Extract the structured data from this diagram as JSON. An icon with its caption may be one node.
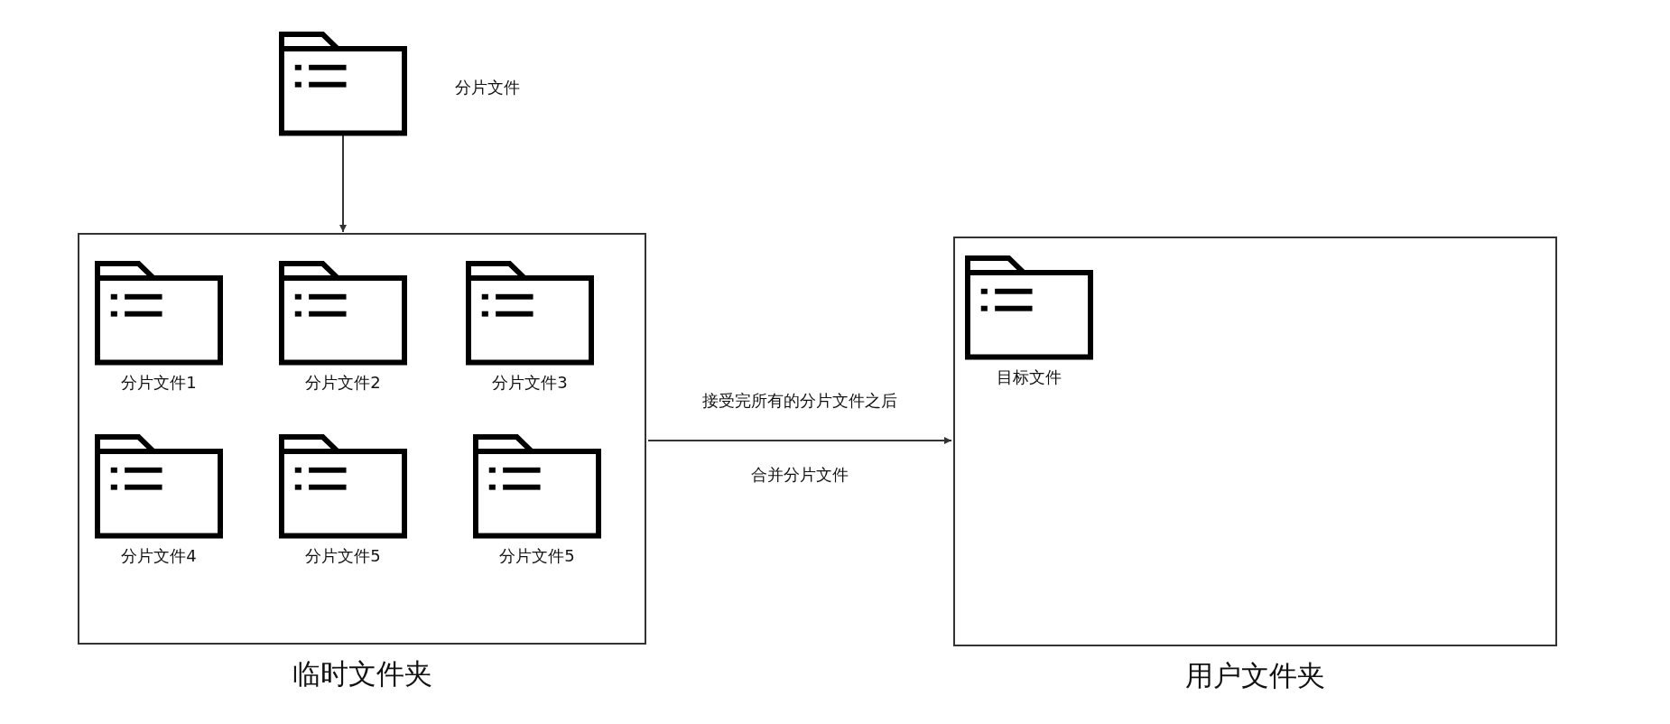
{
  "diagram": {
    "nodes": [
      {
        "text": [
          "分片文件"
        ]
      },
      {
        "text": [
          "临时文件夹"
        ]
      },
      {
        "text": [
          "分片文件1"
        ],
        "in": 1
      },
      {
        "text": [
          "分片文件2"
        ],
        "in": 1
      },
      {
        "text": [
          "分片文件3"
        ],
        "in": 1
      },
      {
        "text": [
          "分片文件4"
        ],
        "in": 1
      },
      {
        "text": [
          "分片文件5"
        ],
        "in": 1
      },
      {
        "text": [
          "分片文件5"
        ],
        "in": 1
      },
      {
        "text": [
          "用户文件夹"
        ]
      },
      {
        "text": [
          "目标文件"
        ],
        "in": 8
      }
    ],
    "edges": [
      {
        "from": 0,
        "to": 1,
        "arrow": "to"
      },
      {
        "from": 1,
        "to": 8,
        "arrow": "to",
        "label": "接受完所有的分片文件之后"
      }
    ],
    "labels": [
      "合并分片文件"
    ]
  }
}
